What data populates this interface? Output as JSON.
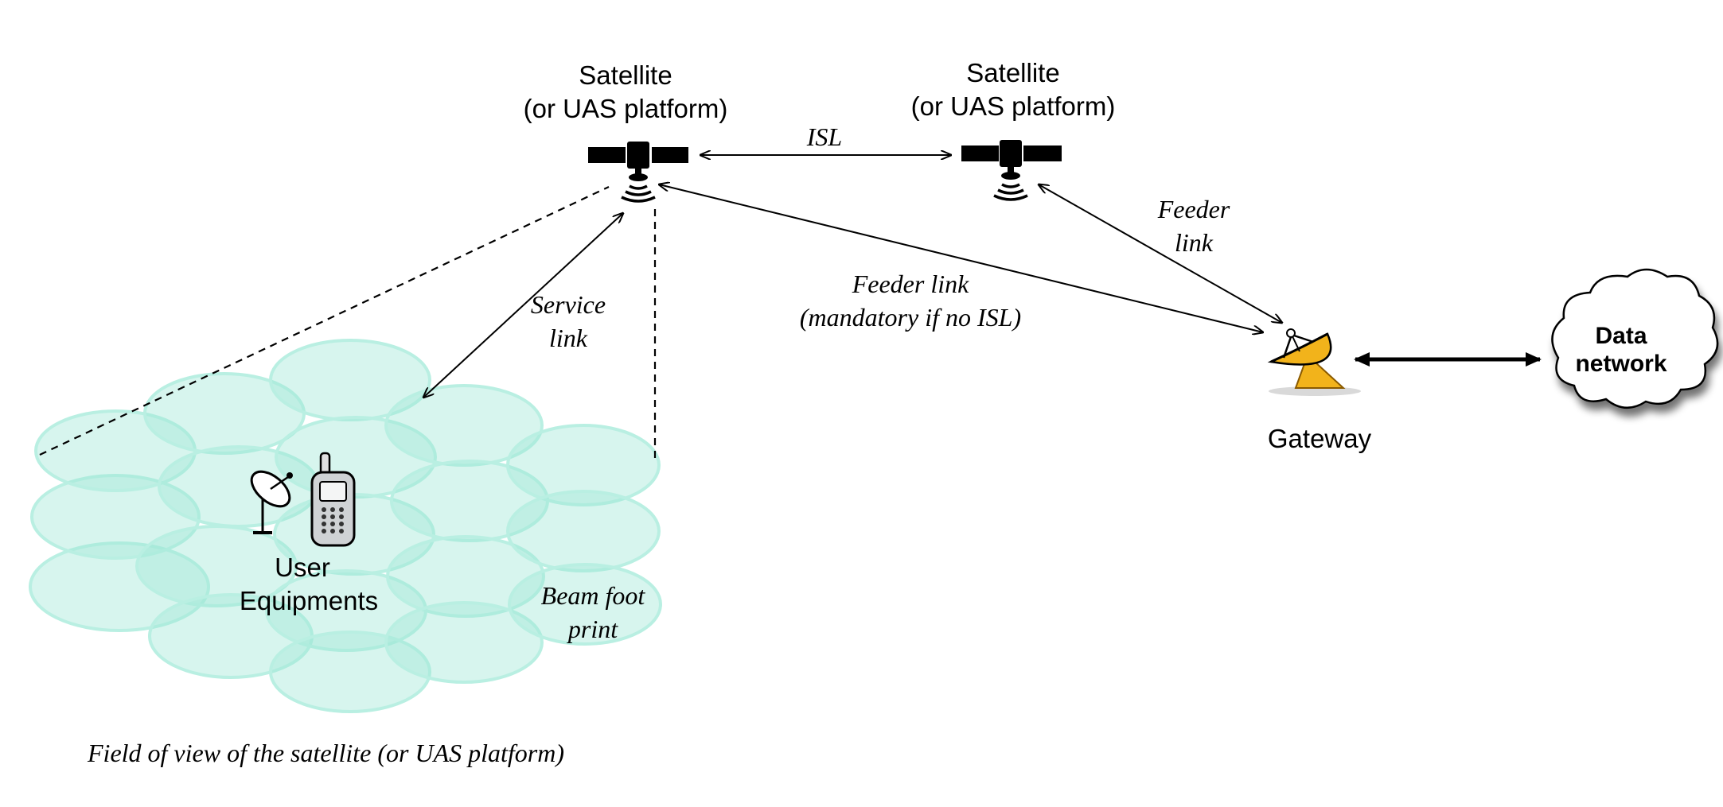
{
  "satellite_left": {
    "line1": "Satellite",
    "line2": "(or UAS platform)"
  },
  "satellite_right": {
    "line1": "Satellite",
    "line2": "(or UAS platform)"
  },
  "isl_label": "ISL",
  "service_link": {
    "line1": "Service",
    "line2": "link"
  },
  "feeder_link_center": {
    "line1": "Feeder link",
    "line2": "(mandatory if no ISL)"
  },
  "feeder_link_right": {
    "line1": "Feeder",
    "line2": "link"
  },
  "gateway_label": "Gateway",
  "data_network": {
    "line1": "Data",
    "line2": "network"
  },
  "user_equipments": {
    "line1": "User",
    "line2": "Equipments"
  },
  "beam_footprint": {
    "line1": "Beam foot",
    "line2": "print"
  },
  "field_of_view_caption": "Field of view of the satellite (or UAS platform)",
  "colors": {
    "beam_cell": "#9fe6d6",
    "gateway_dish": "#f2b31b",
    "cloud": "#ffffff",
    "lines": "#000000"
  },
  "icons": [
    "satellite-icon",
    "satellite-dish-icon",
    "mobile-phone-icon",
    "gateway-antenna-icon",
    "cloud-icon"
  ]
}
